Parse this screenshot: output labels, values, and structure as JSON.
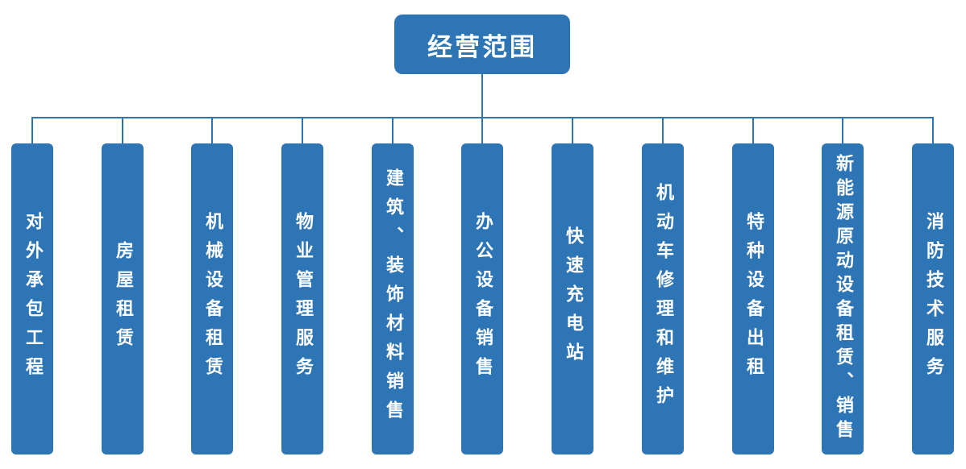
{
  "chart": {
    "type": "org-tree",
    "root": "经营范围",
    "branches": [
      "对外承包工程",
      "房屋租赁",
      "机械设备租赁",
      "物业管理服务",
      "建筑、装饰材料销售",
      "办公设备销售",
      "快速充电站",
      "机动车修理和维护",
      "特种设备出租",
      "新能源原动设备租赁、销售",
      "消防技术服务"
    ]
  },
  "colors": {
    "node_fill": "#2e75b6",
    "connector": "#2e75b6",
    "text": "#ffffff",
    "background": "#ffffff"
  }
}
